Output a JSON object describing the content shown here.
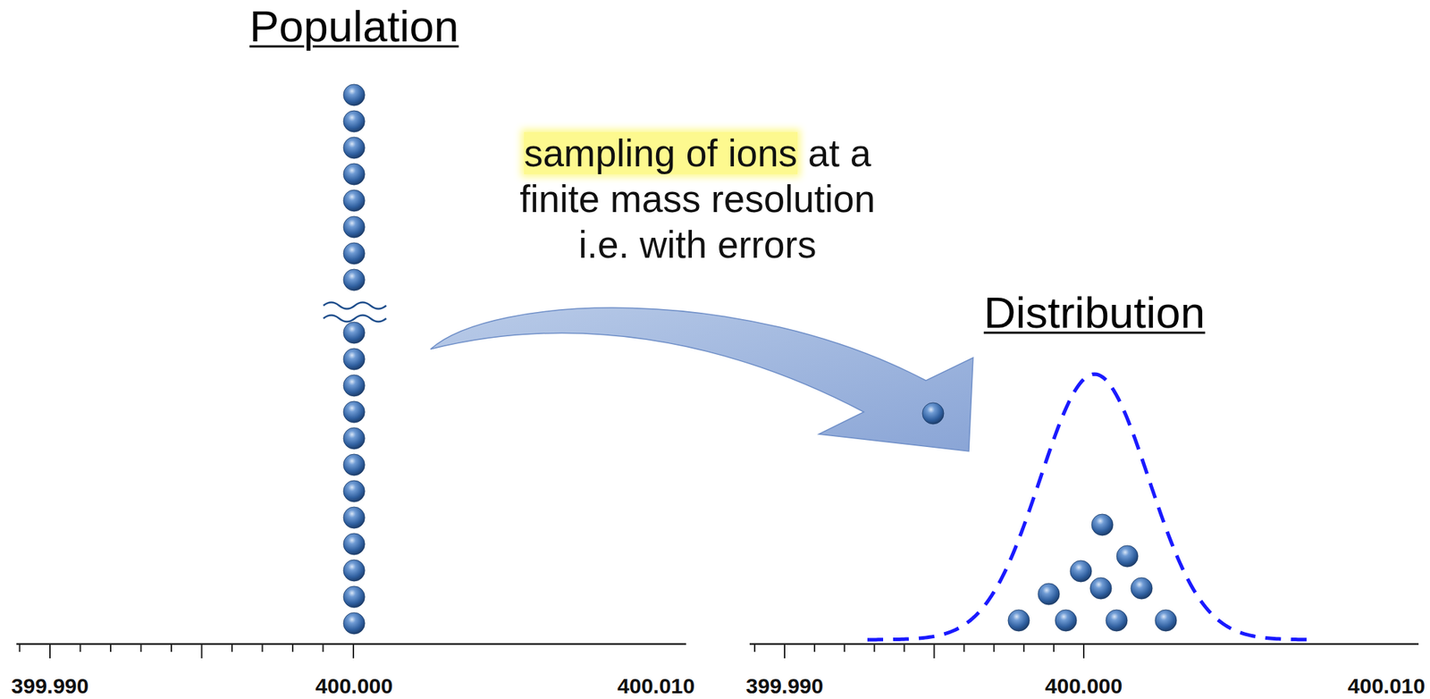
{
  "diagram": {
    "labels": [
      "Population",
      "sampling of ions",
      "at a finite mass resolution i.e. with errors",
      "Distribution",
      "399.990",
      "400.000",
      "400.010",
      "399.990",
      "400.000",
      "400.010"
    ]
  }
}
